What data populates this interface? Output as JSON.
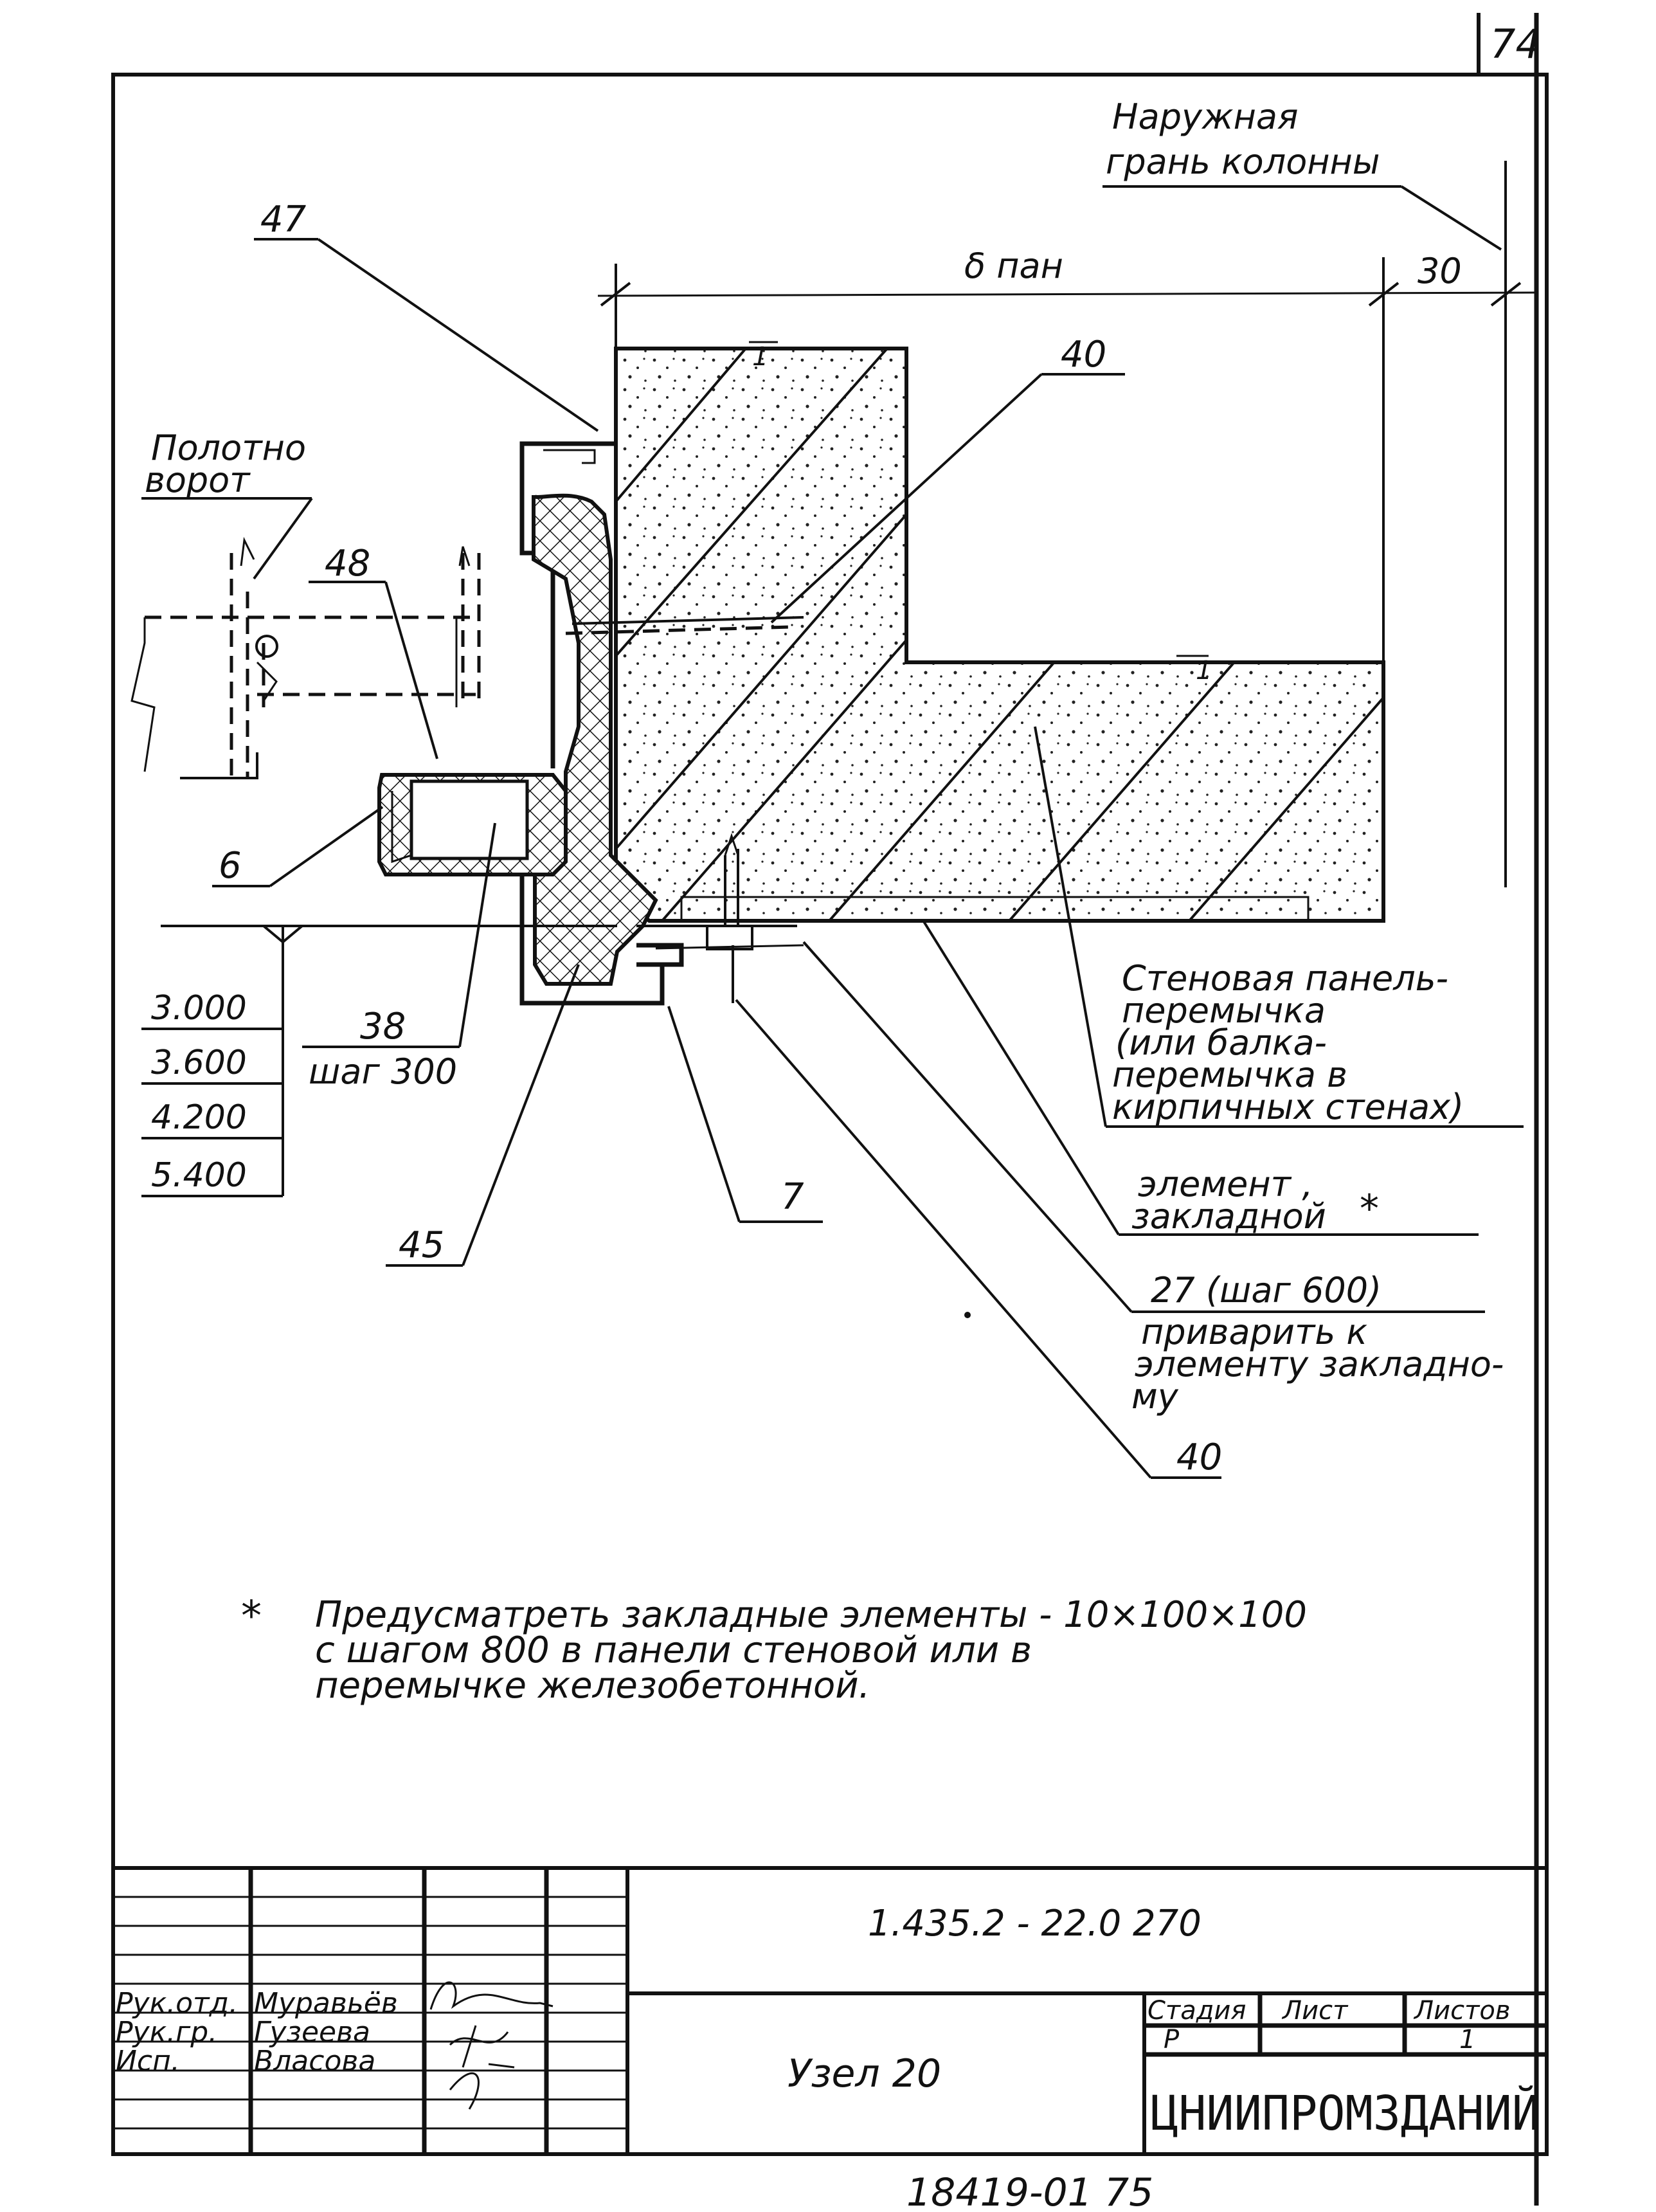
{
  "sheet_number": "74",
  "bottom_stamp": "18419-01  75",
  "drawing": {
    "labels": {
      "outer_face_line1": "Наружная",
      "outer_face_line2": "грань колонны",
      "panel_dim": "δ пан",
      "dim_30": "30",
      "gate_leaf_line1": "Полотно",
      "gate_leaf_line2": "ворот",
      "wall_panel_line1": "Стеновая панель-",
      "wall_panel_line2": "перемычка",
      "wall_panel_line3": "(или балка-",
      "wall_panel_line4": "перемычка в",
      "wall_panel_line5": "кирпичных стенах)",
      "embed_line1": "элемент ,",
      "embed_line2": "закладной",
      "embed_star": "*",
      "weld_ref": "27 (шаг 600)",
      "weld_line1": "приварить к",
      "weld_line2": "элементу закладно-",
      "weld_line3": "му",
      "step_300": "шаг 300",
      "section_mark": "1"
    },
    "callouts": [
      "47",
      "40",
      "48",
      "6",
      "38",
      "45",
      "7",
      "40"
    ],
    "elevations": [
      "3.000",
      "3.600",
      "4.200",
      "5.400"
    ]
  },
  "note": {
    "star": "*",
    "line1": "Предусматреть   закладные   элементы - 10×100×100",
    "line2": "с шагом 800   в панели   стеновой   или   в",
    "line3": "перемычке      железобетонной."
  },
  "title_block": {
    "code": "1.435.2 - 22.0 270",
    "title": "Узел 20",
    "roles": [
      "Рук.отд.",
      "Рук.гр.",
      "Исп."
    ],
    "names": [
      "Муравьёв",
      "Гузеева",
      "Власова"
    ],
    "stage_header": "Стадия",
    "sheet_header": "Лист",
    "sheets_header": "Листов",
    "stage_value": "Р",
    "sheet_value": "",
    "sheets_value": "1",
    "organization": "ЦНИИПРОМЗДАНИЙ"
  }
}
